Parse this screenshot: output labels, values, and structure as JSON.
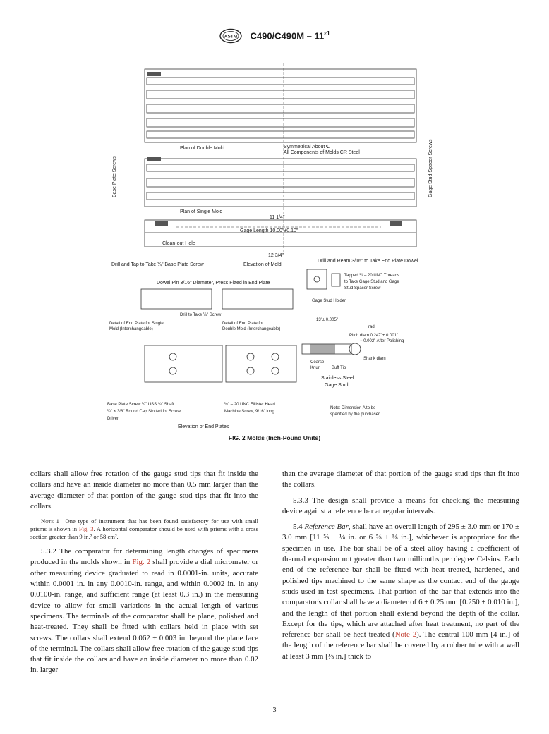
{
  "header": {
    "designation": "C490/C490M – 11",
    "epsilon": "ε1"
  },
  "figure": {
    "caption": "FIG. 2 Molds (Inch-Pound Units)",
    "labels": {
      "plan_double": "Plan of Double Mold",
      "symmetrical": "Symmetrical About ℄",
      "components": "All Components of Molds CR Steel",
      "plan_single": "Plan of Single Mold",
      "base_plate_screws": "Base Plate Screws",
      "gage_stud_spacer_screws": "Gage Stud Spacer Screws",
      "gage_length": "Gage Length 10.00\"±0.10\"",
      "clean_out": "Clean-out Hole",
      "drill_tap": "Drill and Tap to Take ¼\" Base Plate Screw",
      "elevation_mold": "Elevation of Mold",
      "drill_ream": "Drill and Ream 3/16\" to Take End Plate Dowel",
      "length_11": "11 1/4\"",
      "length_12": "12 3/4\"",
      "dowel_pin": "Dowel Pin 3/16\" Diameter, Press Fitted in End Plate",
      "tapped": "Tapped ¼ – 20 UNC Threads",
      "tapped2": "to Take Gage Stud and Gage",
      "tapped3": "Stud Spacer Screw",
      "gage_stud_holder": "Gage Stud Holder",
      "drill_screw": "Drill to Take ¼\" Screw",
      "detail_single_1": "Detail of End Plate for Single",
      "detail_single_2": "Mold (Interchangeable)",
      "detail_double_1": "Detail of End Plate for",
      "detail_double_2": "Double Mold (Interchangeable)",
      "dim_13": "13\"± 0.005\"",
      "rad": "rad",
      "pitch": "Pitch diam 0.247\"+ 0.001\"",
      "pitch2": "− 0.002\" After Polishing",
      "shank": "Shank diam",
      "coarse": "Coarse",
      "knurl": "Knurl",
      "buff": "Buff Tip",
      "stainless1": "Stainless Steel",
      "stainless2": "Gage Stud",
      "base_plate_screw": "Base Plate Screw ¼\" USS ¾\" Shaft",
      "round_cap": "¼\" × 3/8\" Round Cap Slotted for Screw",
      "driver": "Driver",
      "fillister1": "¼\" – 20 UNC Fillister Head",
      "fillister2": "Machine Screw, 9/16\" long",
      "elevation_end": "Elevation of End Plates",
      "note_a1": "Note: Dimension A to be",
      "note_a2": "specified by the purchaser."
    }
  },
  "body": {
    "left": {
      "p1": "collars shall allow free rotation of the gauge stud tips that fit inside the collars and have an inside diameter no more than 0.5 mm larger than the average diameter of that portion of the gauge stud tips that fit into the collars.",
      "note_prefix": "Note 1—",
      "note_text_a": "One type of instrument that has been found satisfactory for use with small prisms is shown in ",
      "note_ref": "Fig. 3",
      "note_text_b": ". A horizontal comparator should be used with prisms with a cross section greater than 9 in.² or 58 cm².",
      "p2_a": "5.3.2 The comparator for determining length changes of specimens produced in the molds shown in ",
      "p2_ref": "Fig. 2",
      "p2_b": " shall provide a dial micrometer or other measuring device graduated to read in 0.0001-in. units, accurate within 0.0001 in. in any 0.0010-in. range, and within 0.0002 in. in any 0.0100-in. range, and sufficient range (at least 0.3 in.) in the measuring device to allow for small variations in the actual length of various specimens. The terminals of the comparator shall be plane, polished and heat-treated. They shall be fitted with collars held in place with set screws. The collars shall extend 0.062 ± 0.003 in. beyond the plane face of the terminal. The collars shall allow free rotation of the gauge stud tips that fit inside the collars and have an inside diameter no more than 0.02 in. larger"
    },
    "right": {
      "p1": "than the average diameter of that portion of the gauge stud tips that fit into the collars.",
      "p2": "5.3.3 The design shall provide a means for checking the measuring device against a reference bar at regular intervals.",
      "p3_a": "5.4 ",
      "p3_title": "Reference Bar",
      "p3_b": ", shall have an overall length of 295 ± 3.0 mm or 170 ± 3.0 mm [11 ⅝ ± ⅛ in. or 6 ⅝ ± ⅛ in.], whichever is appropriate for the specimen in use. The bar shall be of a steel alloy having a coefficient of thermal expansion not greater than two millionths per degree Celsius. Each end of the reference bar shall be fitted with heat treated, hardened, and polished tips machined to the same shape as the contact end of the gauge studs used in test specimens. That portion of the bar that extends into the comparator's collar shall have a diameter of 6 ± 0.25 mm [0.250 ± 0.010 in.], and the length of that portion shall extend beyond the depth of the collar. Except for the tips, which are attached after heat treatment, no part of the reference bar shall be heat treated (",
      "p3_ref": "Note 2",
      "p3_c": "). The central 100 mm [4 in.] of the length of the reference bar shall be covered by a rubber tube with a wall at least 3 mm [⅛ in.] thick to"
    }
  },
  "page_number": "3"
}
